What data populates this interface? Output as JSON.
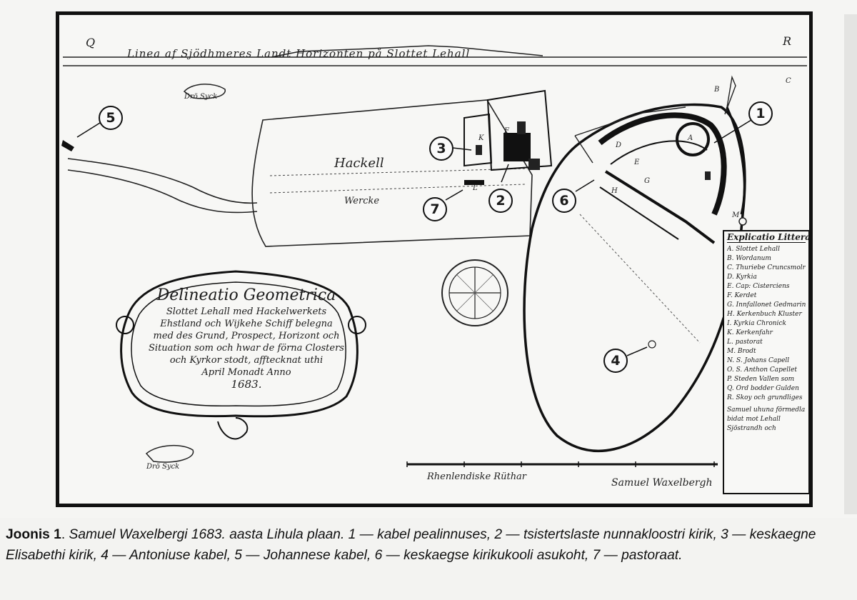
{
  "map": {
    "corner_left": "Q",
    "corner_right": "R",
    "horizon_title": "Linea af Sjödhmeres Landt Horizonten på Slottet Lehall",
    "hackell_label": "Hackell",
    "wercke_label": "Wercke",
    "cartouche_lines": [
      "Delineatio Geometrica",
      "Slottet Lehall med Hackelwerkets",
      "Ehstland och Wijkehe Schiff belegna",
      "med des Grund, Prospect, Horizont och",
      "Situation som och hwar de förna Closters",
      "och Kyrkor stodt, afftecknat uthi",
      "April Monadt Anno",
      "1683."
    ],
    "legend_title": "Explicatio Littera",
    "legend_items": [
      "A. Slottet Lehall",
      "B. Wordanum",
      "C. Thuriebe Cruncsmolr",
      "D. Kyrkia",
      "E. Cap: Cisterciens",
      "F. Kerdet",
      "G. Innfallonet Gedmaring",
      "H. Kerkenbuch Kluster",
      "I. Kyrkia Chronick",
      "K. Kerkenfahr",
      "L. pastorat",
      "M. Brodt",
      "N. S. Johans Capell",
      "O. S. Anthon Capellet",
      "P. Steden Vallen som",
      "Q. Ord bodder Gulden",
      "R. Skoy och grundliges"
    ],
    "legend_notes": [
      "Samuel uhuna förmedlan",
      "bidat mot Lehall",
      "Sjöstrandh och"
    ],
    "scale_label": "Rhenlendiske Rüthar",
    "signature": "Samuel Waxelbergh",
    "sketch_labels": [
      "Drö Syck",
      "Drö Syck"
    ],
    "site_letters": [
      "A",
      "B",
      "C",
      "D",
      "E",
      "F",
      "G",
      "H",
      "K",
      "L",
      "M"
    ],
    "markers": [
      "1",
      "2",
      "3",
      "4",
      "5",
      "6",
      "7"
    ]
  },
  "caption": {
    "label": "Joonis 1",
    "separator": ". ",
    "text": "Samuel Waxelbergi 1683. aasta Lihula plaan. 1 — kabel pealinnuses, 2 — tsistertslaste nunnakloostri kirik, 3 — keskaegne Elisabethi kirik, 4 — Antoniuse kabel, 5 — Johannese kabel, 6 — keskaegse kirikukooli asukoht, 7 — pastoraat."
  },
  "colors": {
    "ink": "#111111",
    "paper": "#f7f7f5",
    "background": "#f3f3f1"
  }
}
